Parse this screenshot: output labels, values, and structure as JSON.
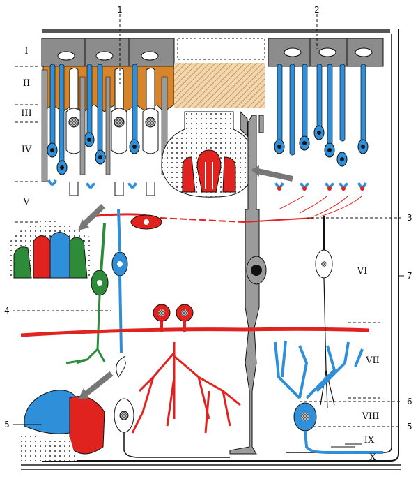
{
  "figure": {
    "layer_labels": [
      "I",
      "II",
      "III",
      "IV",
      "V",
      "VI",
      "VII",
      "VIII",
      "IX",
      "X"
    ],
    "callouts": [
      "1",
      "2",
      "3",
      "4",
      "5",
      "6",
      "7",
      "5"
    ]
  },
  "colors": {
    "rod_blue": "#2f8fd8",
    "cone_red": "#e0231f",
    "pigment_orange": "#d6852a",
    "glial_gray": "#9b9b9b",
    "ganglion_green": "#2e8b3a",
    "outline": "#111111"
  }
}
